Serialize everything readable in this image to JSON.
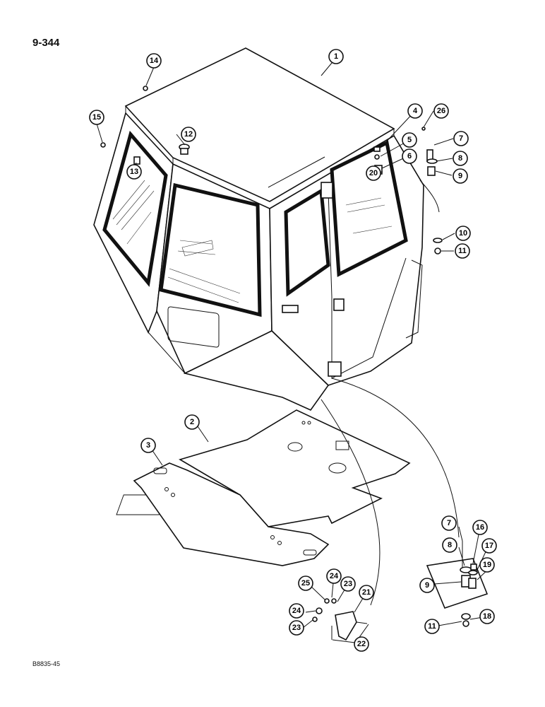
{
  "page_number": "9-344",
  "figure_code": "B8835-45",
  "callouts": {
    "c1": "1",
    "c2": "2",
    "c3": "3",
    "c4": "4",
    "c5": "5",
    "c6": "6",
    "c7": "7",
    "c8": "8",
    "c9": "9",
    "c10": "10",
    "c11": "11",
    "c12": "12",
    "c13": "13",
    "c14": "14",
    "c15": "15",
    "c16": "16",
    "c17": "17",
    "c18": "18",
    "c19": "19",
    "c20": "20",
    "c21": "21",
    "c22": "22",
    "c23": "23",
    "c24": "24",
    "c25": "25",
    "c26": "26",
    "c7b": "7",
    "c8b": "8",
    "c9b": "9",
    "c11b": "11",
    "c23b": "23",
    "c24b": "24"
  }
}
